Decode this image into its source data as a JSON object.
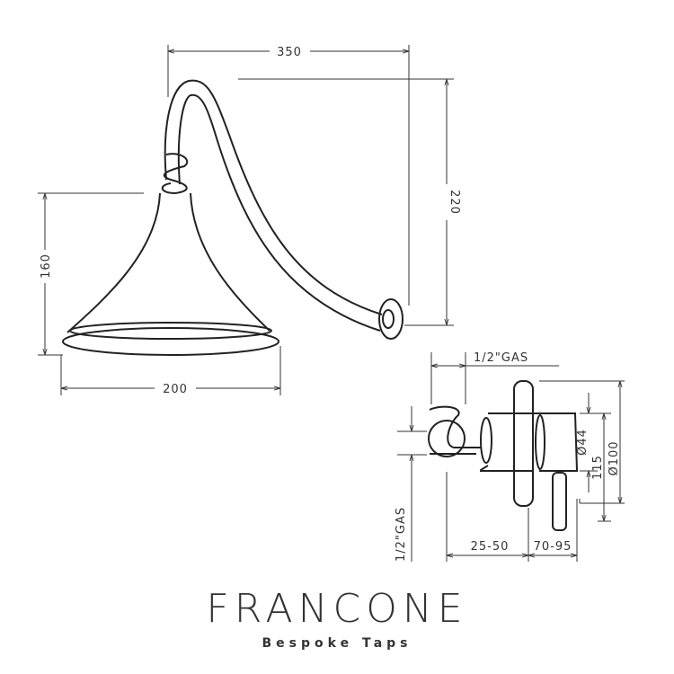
{
  "shower_head_drawing": {
    "dim_arm_length": "350",
    "dim_arm_height": "220",
    "dim_head_height": "160",
    "dim_head_diameter": "200"
  },
  "valve_drawing": {
    "dim_inlet_top": "1/2\"GAS",
    "dim_inlet_side": "1/2\"GAS",
    "dim_body_diameter": "Ø44",
    "dim_height": "115",
    "dim_plate_diameter": "Ø100",
    "dim_depth_range": "25-50",
    "dim_handle_range": "70-95"
  },
  "brand": {
    "name": "FRANCONE",
    "tagline": "Bespoke Taps"
  }
}
